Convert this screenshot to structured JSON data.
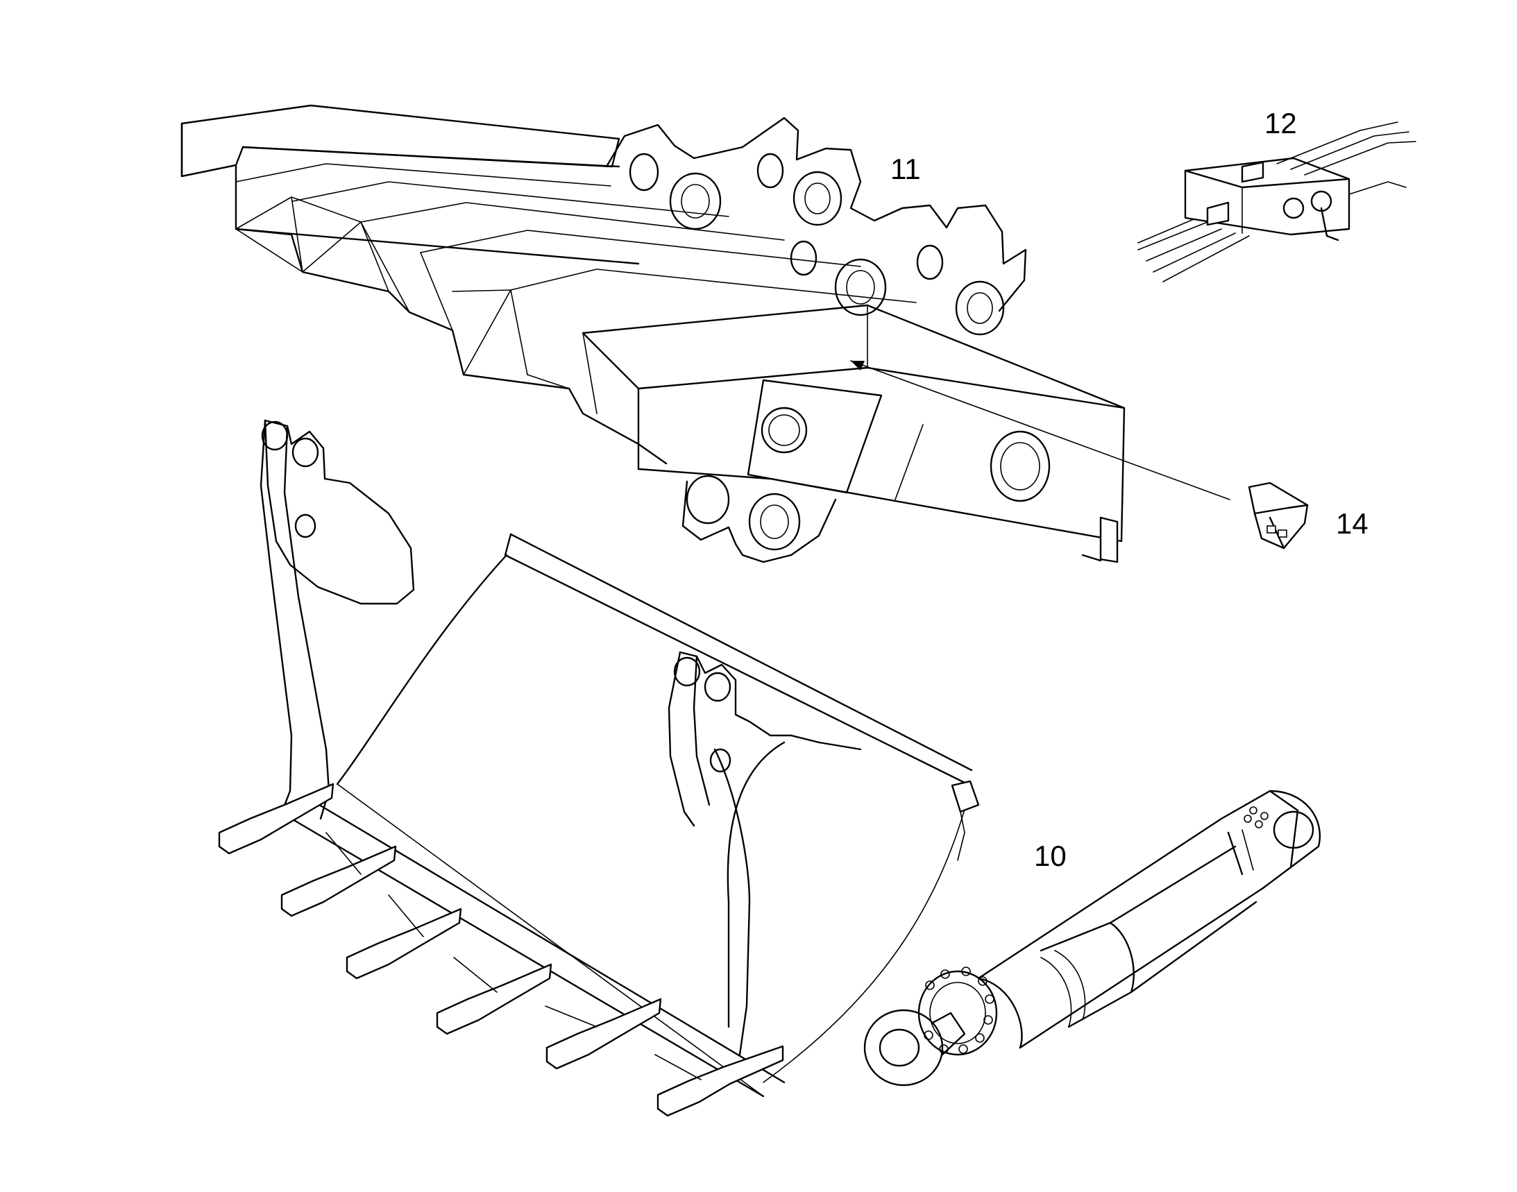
{
  "diagram": {
    "callouts": [
      {
        "id": "11",
        "label": "11"
      },
      {
        "id": "12",
        "label": "12"
      },
      {
        "id": "14",
        "label": "14"
      },
      {
        "id": "10",
        "label": "10"
      }
    ],
    "parts": [
      {
        "callout": "11",
        "icon": "boom-frame-icon"
      },
      {
        "callout": "12",
        "icon": "valve-block-icon"
      },
      {
        "callout": "14",
        "icon": "small-bracket-icon"
      },
      {
        "callout": "10",
        "icon": "hydraulic-cylinder-icon"
      },
      {
        "callout": "",
        "icon": "bucket-icon"
      }
    ],
    "colors": {
      "line": "#000000",
      "background": "#ffffff"
    }
  }
}
